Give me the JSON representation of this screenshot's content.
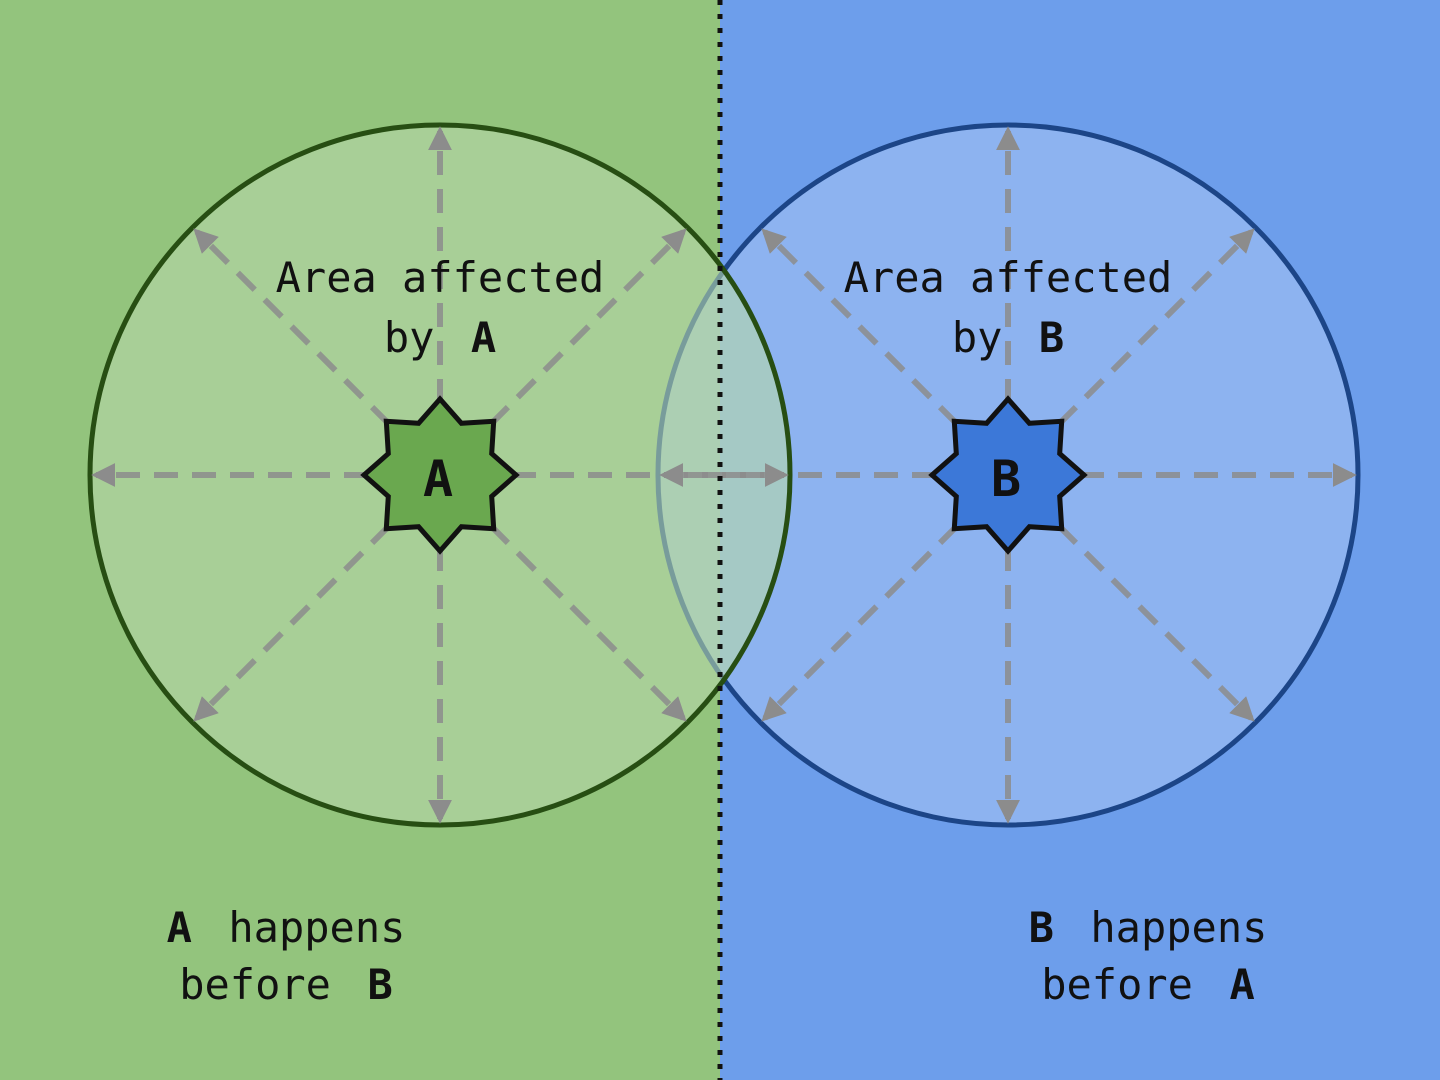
{
  "colors": {
    "left_region": "#93c47d",
    "right_region": "#6d9eeb",
    "circle_a_fill": "#b6d7a8",
    "circle_a_stroke": "#274e13",
    "circle_b_fill": "#a4c2f4",
    "circle_b_stroke": "#1c4587",
    "event_a_fill": "#6aa84f",
    "event_b_fill": "#3c78d8",
    "arrow": "#8c8c8c",
    "divider": "#111111"
  },
  "event_a": {
    "symbol": "A",
    "area_label_line1": "Area affected",
    "area_label_by": "by",
    "area_label_event": "A"
  },
  "event_b": {
    "symbol": "B",
    "area_label_line1": "Area affected",
    "area_label_by": "by",
    "area_label_event": "B"
  },
  "left_caption": {
    "event_first": "A",
    "verb": "happens",
    "before_word": "before",
    "event_second": "B"
  },
  "right_caption": {
    "event_first": "B",
    "verb": "happens",
    "before_word": "before",
    "event_second": "A"
  }
}
